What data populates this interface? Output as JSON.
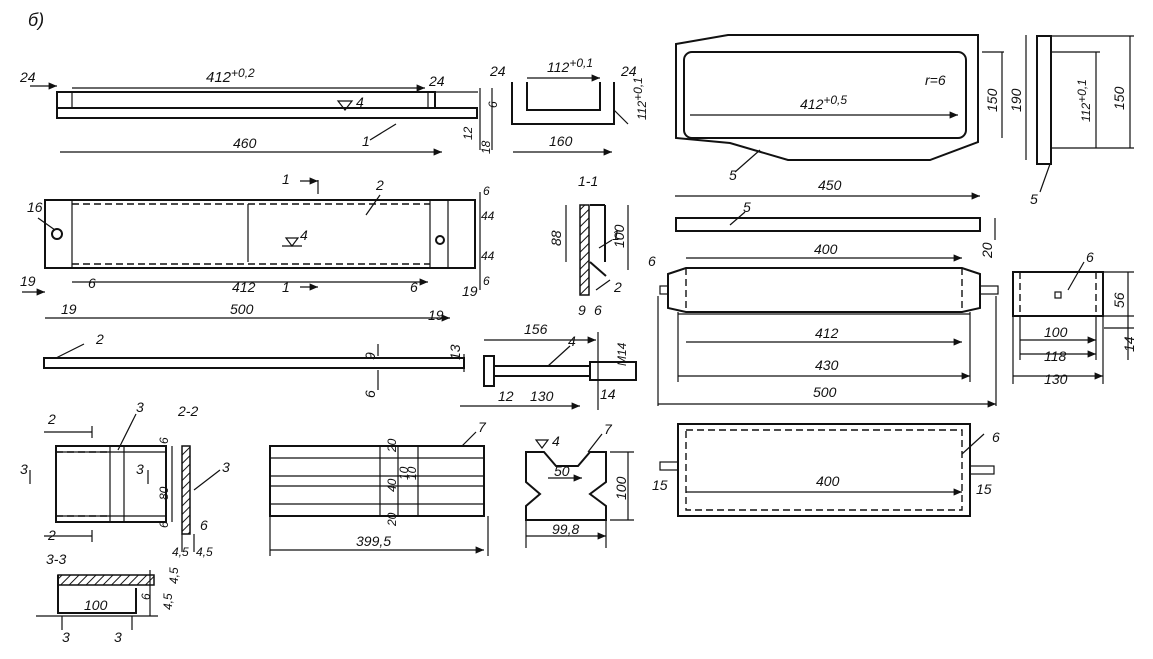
{
  "sheet_label": "б)",
  "views": {
    "top_left": {
      "len_top": "412",
      "len_top_tol": "+0,2",
      "left_off": "24",
      "right_off": "24",
      "total": "460",
      "h1": "6",
      "h2": "12",
      "h3": "18",
      "part": "1",
      "finish": "4"
    },
    "end_view": {
      "left": "24",
      "mid": "112",
      "mid_tol": "+0,1",
      "right": "24",
      "total": "160",
      "h": "112",
      "h_tol": "+0,1"
    },
    "frame_top": {
      "inner": "412",
      "inner_tol": "+0,5",
      "radius": "r=6",
      "total": "450",
      "h_inner": "150",
      "h_outer": "190",
      "part": "5"
    },
    "frame_side": {
      "h_inner": "112",
      "h_inner_tol": "+0,1",
      "h_outer": "150",
      "part": "5"
    },
    "plate": {
      "part_hole": "16",
      "part": "2",
      "section": "1",
      "finish": "4",
      "d1": "6",
      "d2": "44",
      "d3": "44",
      "d4": "6",
      "left_19": "19",
      "left_6": "6",
      "mid_412": "412",
      "right_6": "6",
      "right_19": "19",
      "total_500": "500",
      "bottom_19a": "19",
      "bottom_19b": "19"
    },
    "section_1_1": {
      "title": "1-1",
      "h88": "88",
      "h100": "100",
      "b9": "9",
      "b6": "6",
      "p1": "1",
      "p2": "2"
    },
    "strip5": {
      "part": "5",
      "thick": "20"
    },
    "bar2": {
      "part": "2",
      "t9": "9",
      "t6": "6",
      "t13": "13"
    },
    "bolt4": {
      "len": "156",
      "part": "4",
      "thread": "M14",
      "a": "12",
      "b": "130",
      "c": "14"
    },
    "tray6": {
      "part": "6",
      "top": "400",
      "w412": "412",
      "w430": "430",
      "w500": "500"
    },
    "box6": {
      "part": "6",
      "h56": "56",
      "h14": "14",
      "w100": "100",
      "w118": "118",
      "w130": "130"
    },
    "part3": {
      "part": "3",
      "sec2": "2",
      "sec3": "3",
      "h6a": "6",
      "h80": "80",
      "h6b": "6",
      "sec_title": "2-2",
      "s6": "6",
      "s45a": "4,5",
      "s45b": "4,5"
    },
    "section_3_3": {
      "title": "3-3",
      "w100": "100",
      "t45a": "4,5",
      "t6": "6",
      "t45b": "4,5",
      "s3a": "3",
      "s3b": "3"
    },
    "rail7": {
      "part": "7",
      "d20a": "20",
      "d40": "40",
      "d10a": "10",
      "d10b": "10",
      "d20b": "20",
      "len": "399,5"
    },
    "profile7": {
      "part": "7",
      "finish": "4",
      "w50": "50",
      "h100": "100",
      "w998": "99,8"
    },
    "tray_bottom": {
      "part": "6",
      "len": "400",
      "l15": "15",
      "r15": "15"
    }
  }
}
